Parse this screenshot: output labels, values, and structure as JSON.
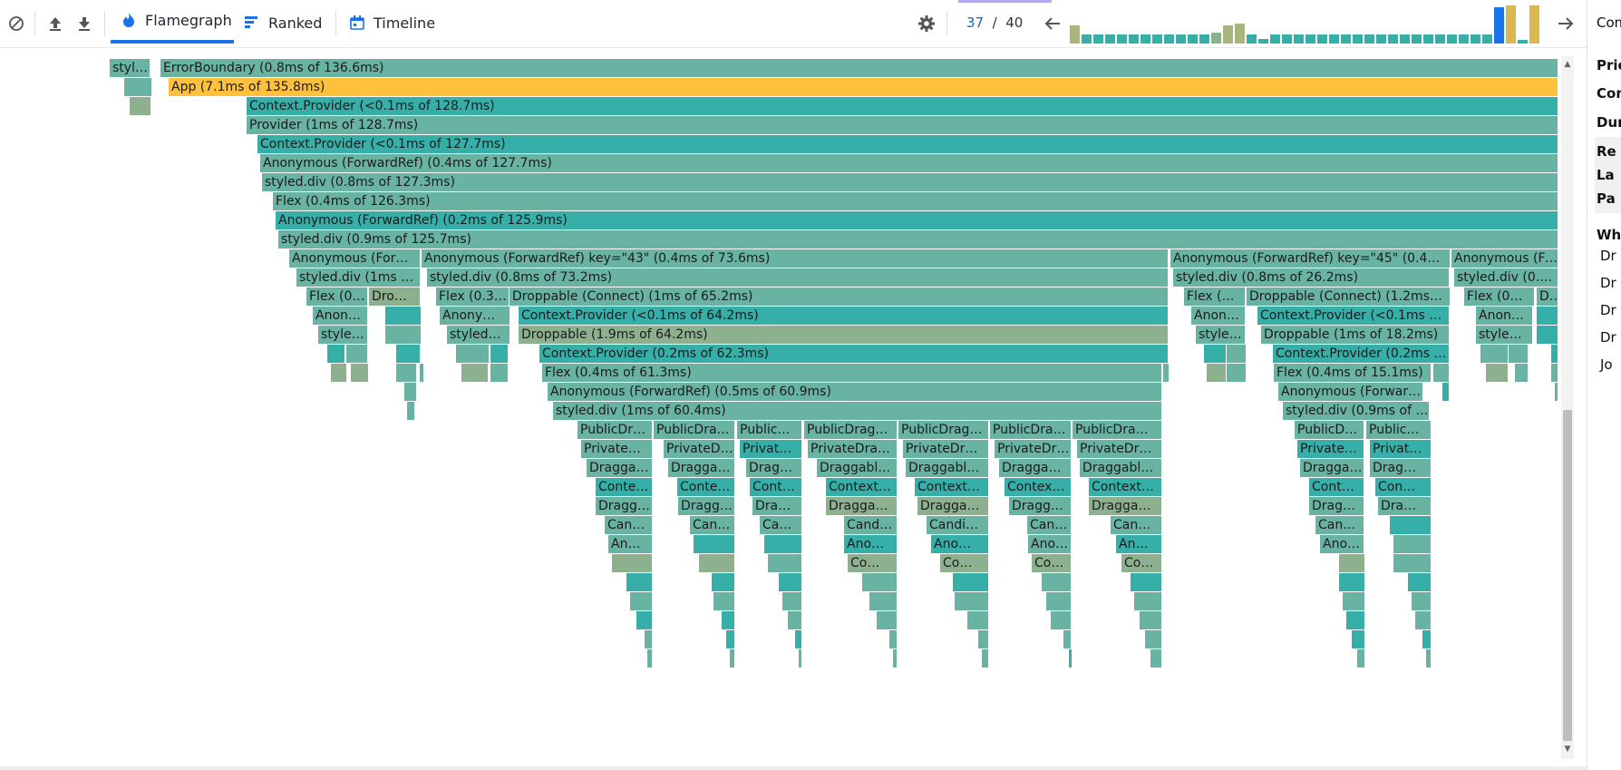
{
  "toolbar": {
    "tabs": [
      {
        "label": "Flamegraph",
        "icon": "flame-icon",
        "active": true
      },
      {
        "label": "Ranked",
        "icon": "ranked-icon",
        "active": false
      },
      {
        "label": "Timeline",
        "icon": "calendar-icon",
        "active": false
      }
    ],
    "commit_current": "37",
    "commit_sep": "/",
    "commit_total": "40",
    "icons": [
      "clear-icon",
      "upload-icon",
      "download-icon",
      "settings-icon",
      "previous-icon",
      "next-icon"
    ]
  },
  "commit_levels": [
    0.45,
    0.22,
    0.22,
    0.22,
    0.22,
    0.22,
    0.22,
    0.22,
    0.22,
    0.22,
    0.22,
    0.22,
    0.28,
    0.45,
    0.5,
    0.22,
    0.12,
    0.22,
    0.22,
    0.22,
    0.22,
    0.22,
    0.22,
    0.22,
    0.22,
    0.22,
    0.22,
    0.22,
    0.22,
    0.22,
    0.22,
    0.22,
    0.22,
    0.22,
    0.22,
    0.22,
    0.9,
    0.95,
    0.1,
    0.95
  ],
  "commit_colors": [
    "#a8b57d",
    "#37afa9",
    "#37afa9",
    "#37afa9",
    "#37afa9",
    "#37afa9",
    "#37afa9",
    "#37afa9",
    "#37afa9",
    "#37afa9",
    "#37afa9",
    "#37afa9",
    "#8db08f",
    "#a8b57d",
    "#a8b57d",
    "#37afa9",
    "#37afa9",
    "#37afa9",
    "#37afa9",
    "#37afa9",
    "#37afa9",
    "#37afa9",
    "#37afa9",
    "#37afa9",
    "#37afa9",
    "#37afa9",
    "#37afa9",
    "#37afa9",
    "#37afa9",
    "#37afa9",
    "#37afa9",
    "#37afa9",
    "#37afa9",
    "#37afa9",
    "#37afa9",
    "#37afa9",
    "#1a73e8",
    "#d8b84f",
    "#37afa9",
    "#d8b84f"
  ],
  "sidebar": {
    "lines": [
      "Com",
      "Prio",
      "Com",
      "Dur",
      "Re",
      "La",
      "Pa",
      "Wha",
      "Dr",
      "Dr",
      "Dr",
      "Dr",
      "Jo"
    ]
  },
  "colors": {
    "a": "#69b3a2",
    "b": "#37afa9",
    "c": "#8db08f",
    "d": "#ffc13c",
    "accent": "#1a73e8"
  },
  "flamegraph": {
    "nodes": [
      {
        "t": "styl…",
        "c": "a"
      },
      {
        "t": "ErrorBoundary (0.8ms of 136.6ms)",
        "c": "a"
      },
      {
        "t": "",
        "c": "a"
      },
      {
        "t": "App (7.1ms of 135.8ms)",
        "c": "d"
      },
      {
        "t": "",
        "c": "c"
      },
      {
        "t": "Context.Provider (<0.1ms of 128.7ms)",
        "c": "b"
      },
      {
        "t": "Provider (1ms of 128.7ms)",
        "c": "a"
      },
      {
        "t": "Context.Provider (<0.1ms of 127.7ms)",
        "c": "b"
      },
      {
        "t": "Anonymous (ForwardRef) (0.4ms of 127.7ms)",
        "c": "a"
      },
      {
        "t": "styled.div (0.8ms of 127.3ms)",
        "c": "a"
      },
      {
        "t": "Flex (0.4ms of 126.3ms)",
        "c": "a"
      },
      {
        "t": "Anonymous (ForwardRef) (0.2ms of 125.9ms)",
        "c": "b"
      },
      {
        "t": "styled.div (0.9ms of 125.7ms)",
        "c": "a"
      },
      {
        "t": "Anonymous (For…",
        "c": "a"
      },
      {
        "t": "Anonymous (ForwardRef) key=\"43\" (0.4ms of 73.6ms)",
        "c": "a"
      },
      {
        "t": "Anonymous (ForwardRef) key=\"45\" (0.4…",
        "c": "a"
      },
      {
        "t": "Anonymous (For…",
        "c": "a"
      },
      {
        "t": "styled.div (1ms …",
        "c": "a"
      },
      {
        "t": "styled.div (0.8ms of 73.2ms)",
        "c": "a"
      },
      {
        "t": "styled.div (0.8ms of 26.2ms)",
        "c": "a"
      },
      {
        "t": "styled.div (0.8m…",
        "c": "a"
      },
      {
        "t": "Flex (0…",
        "c": "a"
      },
      {
        "t": "Dro…",
        "c": "c"
      },
      {
        "t": "Flex (0.3…",
        "c": "a"
      },
      {
        "t": "Droppable (Connect) (1ms of 65.2ms)",
        "c": "a"
      },
      {
        "t": "Flex (…",
        "c": "a"
      },
      {
        "t": "Droppable (Connect) (1.2ms…",
        "c": "a"
      },
      {
        "t": "Flex (0…",
        "c": "a"
      },
      {
        "t": "Dro…",
        "c": "a"
      },
      {
        "t": "Anon…",
        "c": "a"
      },
      {
        "t": "",
        "c": "b"
      },
      {
        "t": "Anony…",
        "c": "a"
      },
      {
        "t": "Context.Provider (<0.1ms of 64.2ms)",
        "c": "b"
      },
      {
        "t": "Anon…",
        "c": "a"
      },
      {
        "t": "Context.Provider (<0.1ms of …",
        "c": "b"
      },
      {
        "t": "Anon…",
        "c": "a"
      },
      {
        "t": "",
        "c": "b"
      },
      {
        "t": "style…",
        "c": "a"
      },
      {
        "t": "",
        "c": "a"
      },
      {
        "t": "styled…",
        "c": "a"
      },
      {
        "t": "Droppable (1.9ms of 64.2ms)",
        "c": "c"
      },
      {
        "t": "style…",
        "c": "a"
      },
      {
        "t": "Droppable (1ms of 18.2ms)",
        "c": "a"
      },
      {
        "t": "style…",
        "c": "a"
      },
      {
        "t": "",
        "c": "b"
      },
      {
        "t": "",
        "c": "b"
      },
      {
        "t": "",
        "c": "a"
      },
      {
        "t": "",
        "c": "b"
      },
      {
        "t": "",
        "c": "a"
      },
      {
        "t": "",
        "c": "b"
      },
      {
        "t": "Context.Provider (0.2ms of 62.3ms)",
        "c": "b"
      },
      {
        "t": "",
        "c": "b"
      },
      {
        "t": "",
        "c": "a"
      },
      {
        "t": "Context.Provider (0.2ms …",
        "c": "b"
      },
      {
        "t": "",
        "c": "a"
      },
      {
        "t": "",
        "c": "a"
      },
      {
        "t": "",
        "c": "b"
      },
      {
        "t": "",
        "c": "c"
      },
      {
        "t": "",
        "c": "c"
      },
      {
        "t": "",
        "c": "a"
      },
      {
        "t": "",
        "c": "a"
      },
      {
        "t": "",
        "c": "c"
      },
      {
        "t": "",
        "c": "a"
      },
      {
        "t": "Flex (0.4ms of 61.3ms)",
        "c": "a"
      },
      {
        "t": "",
        "c": "a"
      },
      {
        "t": "",
        "c": "c"
      },
      {
        "t": "",
        "c": "a"
      },
      {
        "t": "Flex (0.4ms of 15.1ms)",
        "c": "a"
      },
      {
        "t": "",
        "c": "a"
      },
      {
        "t": "",
        "c": "c"
      },
      {
        "t": "",
        "c": "a"
      },
      {
        "t": "",
        "c": "a"
      },
      {
        "t": "",
        "c": "a"
      },
      {
        "t": "Anonymous (ForwardRef) (0.5ms of 60.9ms)",
        "c": "a"
      },
      {
        "t": "Anonymous (Forwar…",
        "c": "a"
      },
      {
        "t": "",
        "c": "b"
      },
      {
        "t": "",
        "c": "a"
      },
      {
        "t": "",
        "c": "a"
      },
      {
        "t": "styled.div (1ms of 60.4ms)",
        "c": "a"
      },
      {
        "t": "styled.div (0.9ms of …",
        "c": "a"
      },
      {
        "t": "",
        "c": "a"
      },
      {
        "t": "PublicDr…",
        "c": "a"
      },
      {
        "t": "PublicDra…",
        "c": "a"
      },
      {
        "t": "Public…",
        "c": "a"
      },
      {
        "t": "PublicDrag…",
        "c": "a"
      },
      {
        "t": "PublicDrag…",
        "c": "a"
      },
      {
        "t": "PublicDra…",
        "c": "a"
      },
      {
        "t": "PublicDra…",
        "c": "a"
      },
      {
        "t": "PublicD…",
        "c": "a"
      },
      {
        "t": "Public…",
        "c": "a"
      },
      {
        "t": "Private…",
        "c": "a"
      },
      {
        "t": "PrivateD…",
        "c": "a"
      },
      {
        "t": "Privat…",
        "c": "b"
      },
      {
        "t": "PrivateDra…",
        "c": "a"
      },
      {
        "t": "PrivateDr…",
        "c": "a"
      },
      {
        "t": "PrivateDr…",
        "c": "a"
      },
      {
        "t": "PrivateDr…",
        "c": "a"
      },
      {
        "t": "Private…",
        "c": "b"
      },
      {
        "t": "Privat…",
        "c": "b"
      },
      {
        "t": "Dragga…",
        "c": "a"
      },
      {
        "t": "Dragga…",
        "c": "a"
      },
      {
        "t": "Drag…",
        "c": "a"
      },
      {
        "t": "Draggabl…",
        "c": "a"
      },
      {
        "t": "Draggabl…",
        "c": "a"
      },
      {
        "t": "Dragga…",
        "c": "a"
      },
      {
        "t": "Draggabl…",
        "c": "a"
      },
      {
        "t": "Dragga…",
        "c": "a"
      },
      {
        "t": "Drag…",
        "c": "a"
      },
      {
        "t": "Conte…",
        "c": "b"
      },
      {
        "t": "Conte…",
        "c": "b"
      },
      {
        "t": "Cont…",
        "c": "b"
      },
      {
        "t": "Context…",
        "c": "b"
      },
      {
        "t": "Context…",
        "c": "b"
      },
      {
        "t": "Contex…",
        "c": "b"
      },
      {
        "t": "Context…",
        "c": "b"
      },
      {
        "t": "Cont…",
        "c": "b"
      },
      {
        "t": "Con…",
        "c": "b"
      },
      {
        "t": "Dragg…",
        "c": "a"
      },
      {
        "t": "Dragg…",
        "c": "a"
      },
      {
        "t": "Dra…",
        "c": "a"
      },
      {
        "t": "Dragga…",
        "c": "c"
      },
      {
        "t": "Dragga…",
        "c": "c"
      },
      {
        "t": "Dragg…",
        "c": "a"
      },
      {
        "t": "Dragga…",
        "c": "c"
      },
      {
        "t": "Drag…",
        "c": "a"
      },
      {
        "t": "Dra…",
        "c": "a"
      },
      {
        "t": "Can…",
        "c": "a"
      },
      {
        "t": "Can…",
        "c": "a"
      },
      {
        "t": "Ca…",
        "c": "a"
      },
      {
        "t": "Cand…",
        "c": "a"
      },
      {
        "t": "Candi…",
        "c": "a"
      },
      {
        "t": "Cand…",
        "c": "a"
      },
      {
        "t": "Can…",
        "c": "a"
      },
      {
        "t": "Can…",
        "c": "a"
      },
      {
        "t": "",
        "c": "b"
      },
      {
        "t": "An…",
        "c": "a"
      },
      {
        "t": "",
        "c": "b"
      },
      {
        "t": "",
        "c": "b"
      },
      {
        "t": "Ano…",
        "c": "b"
      },
      {
        "t": "Ano…",
        "c": "b"
      },
      {
        "t": "Ano…",
        "c": "a"
      },
      {
        "t": "An…",
        "c": "b"
      },
      {
        "t": "Ano…",
        "c": "a"
      },
      {
        "t": "",
        "c": "a"
      },
      {
        "t": "",
        "c": "c"
      },
      {
        "t": "",
        "c": "c"
      },
      {
        "t": "",
        "c": "a"
      },
      {
        "t": "Co…",
        "c": "c"
      },
      {
        "t": "Co…",
        "c": "c"
      },
      {
        "t": "Co…",
        "c": "c"
      },
      {
        "t": "Co…",
        "c": "c"
      },
      {
        "t": "",
        "c": "c"
      },
      {
        "t": "",
        "c": "a"
      },
      {
        "t": "",
        "c": "b"
      },
      {
        "t": "",
        "c": "b"
      },
      {
        "t": "",
        "c": "b"
      },
      {
        "t": "",
        "c": "a"
      },
      {
        "t": "",
        "c": "b"
      },
      {
        "t": "",
        "c": "a"
      },
      {
        "t": "",
        "c": "b"
      },
      {
        "t": "",
        "c": "b"
      },
      {
        "t": "",
        "c": "b"
      },
      {
        "t": "",
        "c": "a"
      },
      {
        "t": "",
        "c": "a"
      },
      {
        "t": "",
        "c": "a"
      },
      {
        "t": "",
        "c": "a"
      },
      {
        "t": "",
        "c": "a"
      },
      {
        "t": "",
        "c": "a"
      },
      {
        "t": "",
        "c": "a"
      },
      {
        "t": "",
        "c": "a"
      },
      {
        "t": "",
        "c": "a"
      },
      {
        "t": "",
        "c": "b"
      },
      {
        "t": "",
        "c": "b"
      },
      {
        "t": "",
        "c": "a"
      },
      {
        "t": "",
        "c": "a"
      },
      {
        "t": "",
        "c": "a"
      },
      {
        "t": "",
        "c": "a"
      },
      {
        "t": "",
        "c": "a"
      },
      {
        "t": "",
        "c": "b"
      },
      {
        "t": "",
        "c": "a"
      },
      {
        "t": "",
        "c": "a"
      },
      {
        "t": "",
        "c": "b"
      },
      {
        "t": "",
        "c": "b"
      },
      {
        "t": "",
        "c": "a"
      },
      {
        "t": "",
        "c": "a"
      },
      {
        "t": "",
        "c": "a"
      },
      {
        "t": "",
        "c": "a"
      },
      {
        "t": "",
        "c": "b"
      },
      {
        "t": "",
        "c": "b"
      },
      {
        "t": "",
        "c": "a"
      },
      {
        "t": "",
        "c": "a"
      },
      {
        "t": "",
        "c": "a"
      },
      {
        "t": "",
        "c": "a"
      },
      {
        "t": "",
        "c": "a"
      },
      {
        "t": "",
        "c": "b"
      },
      {
        "t": "",
        "c": "a"
      },
      {
        "t": "",
        "c": "a"
      },
      {
        "t": "",
        "c": "a"
      }
    ]
  }
}
